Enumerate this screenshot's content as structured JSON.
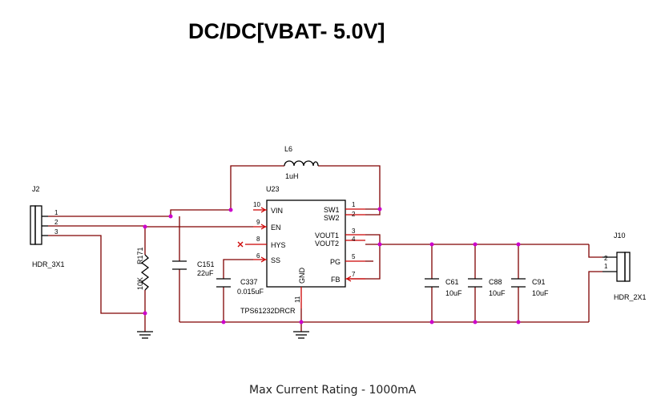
{
  "title": "DC/DC[VBAT- 5.0V]",
  "footer": "Max Current Rating - 1000mA",
  "connectors": {
    "j2": {
      "ref": "J2",
      "part": "HDR_3X1",
      "pins": [
        "1",
        "2",
        "3"
      ]
    },
    "j10": {
      "ref": "J10",
      "part": "HDR_2X1",
      "pins": [
        "2",
        "1"
      ]
    }
  },
  "inductor": {
    "ref": "L6",
    "value": "1uH"
  },
  "ic": {
    "ref": "U23",
    "part": "TPS61232DRCR",
    "left_pins": [
      {
        "num": "10",
        "name": "VIN"
      },
      {
        "num": "9",
        "name": "EN"
      },
      {
        "num": "8",
        "name": "HYS"
      },
      {
        "num": "6",
        "name": "SS"
      }
    ],
    "right_pins": [
      {
        "num": "1",
        "name": "SW1"
      },
      {
        "num": "2",
        "name": "SW2"
      },
      {
        "num": "3",
        "name": "VOUT1"
      },
      {
        "num": "4",
        "name": "VOUT2"
      },
      {
        "num": "5",
        "name": "PG"
      },
      {
        "num": "7",
        "name": "FB"
      }
    ],
    "bottom_pin": {
      "num": "11",
      "name": "GND"
    }
  },
  "resistor": {
    "ref": "R171",
    "value": "10K"
  },
  "capacitors": [
    {
      "ref": "C151",
      "value": "22uF"
    },
    {
      "ref": "C337",
      "value": "0.015uF"
    },
    {
      "ref": "C61",
      "value": "10uF"
    },
    {
      "ref": "C88",
      "value": "10uF"
    },
    {
      "ref": "C91",
      "value": "10uF"
    }
  ],
  "colors": {
    "wire": "#800000",
    "pin": "#cc0000",
    "junction": "#cc00cc",
    "body": "#000000"
  }
}
